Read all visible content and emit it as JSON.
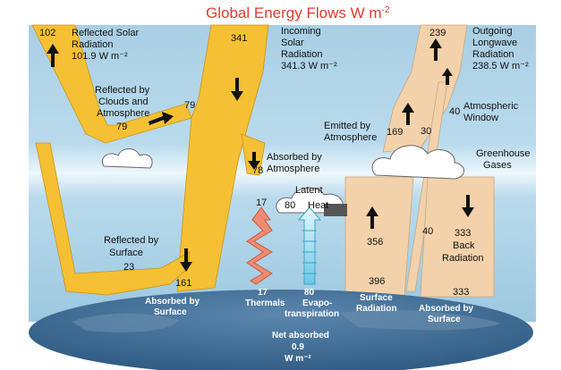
{
  "title": "Global Energy Flows W m",
  "title_superscript": "-2",
  "colors": {
    "solar": "#f5c033",
    "longwave": "#f3d2ab",
    "sky_top": "#a8cfe4",
    "sky_band": "#eaf5fb",
    "earth": "#3f6a92",
    "title": "#e23a2e",
    "thermals": "#f08a70",
    "evapo": "#7fd0ea"
  },
  "labels": {
    "reflected_solar": {
      "value": "102",
      "line1": "Reflected Solar",
      "line2": "Radiation",
      "line3": "101.9 W m⁻²"
    },
    "incoming_solar": {
      "value": "341",
      "line1": "Incoming",
      "line2": "Solar",
      "line3": "Radiation",
      "line4": "341.3 W m⁻²"
    },
    "outgoing_longwave": {
      "value": "239",
      "line1": "Outgoing",
      "line2": "Longwave",
      "line3": "Radiation",
      "line4": "238.5 W m⁻²"
    },
    "reflected_clouds": {
      "value": "79",
      "line1": "Reflected by",
      "line2": "Clouds and",
      "line3": "Atmosphere",
      "line4": "79"
    },
    "absorbed_atmosphere": {
      "value": "78",
      "line1": "Absorbed by",
      "line2": "Atmosphere"
    },
    "emitted_atmosphere": {
      "value": "169",
      "line1": "Emitted by",
      "line2": "Atmosphere"
    },
    "atmospheric_window": {
      "value": "40",
      "line1": "Atmospheric",
      "line2": "Window"
    },
    "window_lower_value": "40",
    "cloud_emission_value": "30",
    "greenhouse": {
      "line1": "Greenhouse",
      "line2": "Gases"
    },
    "latent_heat": {
      "value": "80",
      "line1": "Latent",
      "line2": "Heat"
    },
    "thermals_top_value": "17",
    "surface_radiation": {
      "value": "356",
      "bottom_value": "396",
      "line1": "Surface",
      "line2": "Radiation"
    },
    "back_radiation": {
      "value": "333",
      "line1": "Back",
      "line2": "Radiation",
      "bottom_value": "333"
    },
    "reflected_surface": {
      "value": "23",
      "line1": "Reflected by",
      "line2": "Surface"
    },
    "absorbed_surface": {
      "value": "161",
      "line1": "Absorbed by",
      "line2": "Surface"
    },
    "thermals": {
      "value": "17",
      "line1": "Thermals"
    },
    "evapotranspiration": {
      "value": "80",
      "line1": "Evapo-",
      "line2": "transpiration"
    },
    "absorbed_by_surface_right": {
      "line1": "Absorbed by",
      "line2": "Surface"
    },
    "net_absorbed": {
      "line1": "Net absorbed",
      "line2": "0.9",
      "line3": "W m⁻²"
    }
  }
}
